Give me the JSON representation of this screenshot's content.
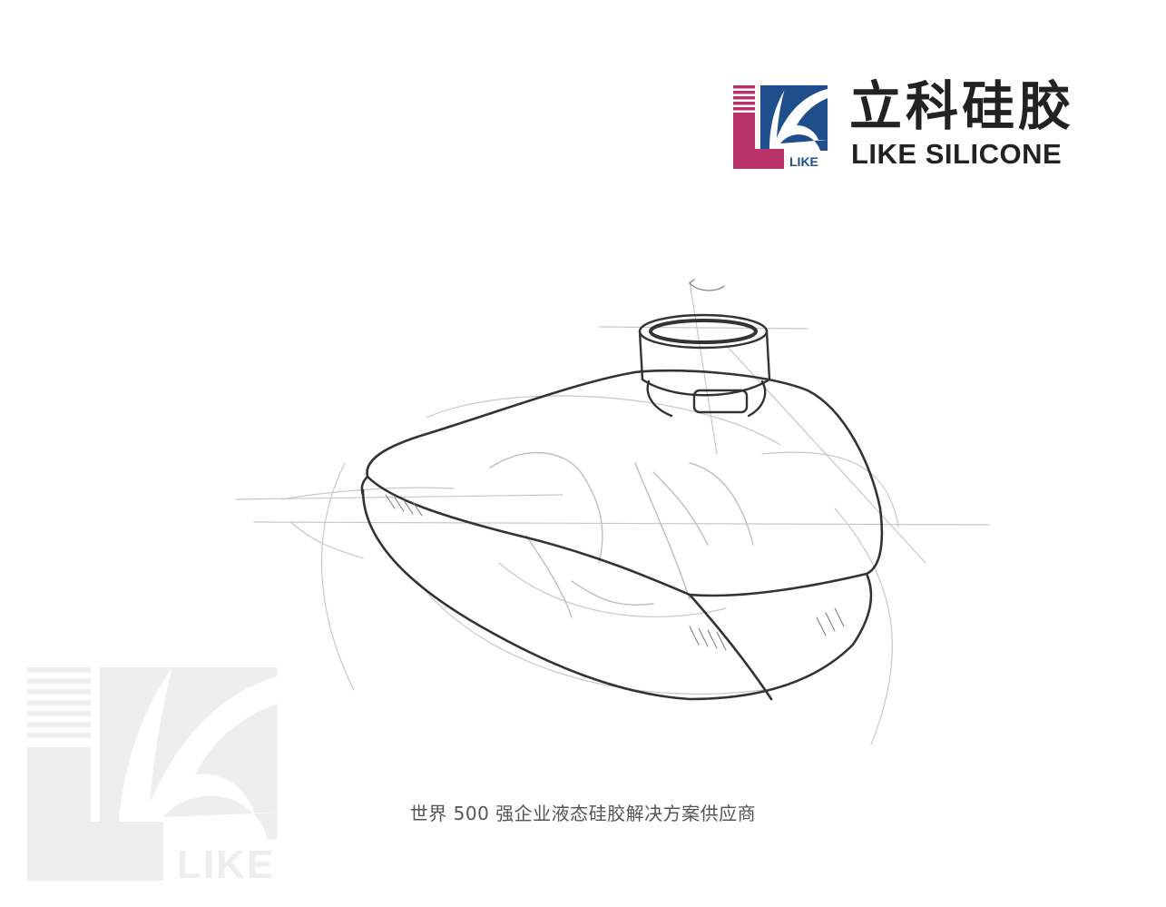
{
  "brand": {
    "name_cn": "立科硅胶",
    "name_en": "LIKE SILICONE",
    "logo_letters": "LIKE",
    "colors": {
      "magenta": "#b8336a",
      "navy": "#1f4e8c",
      "text": "#222222"
    }
  },
  "illustration": {
    "icon": "mask-sketch-icon"
  },
  "watermark": {
    "letters": "LIKE",
    "color": "#eeeeee"
  },
  "tagline": "世界 500 强企业液态硅胶解决方案供应商"
}
